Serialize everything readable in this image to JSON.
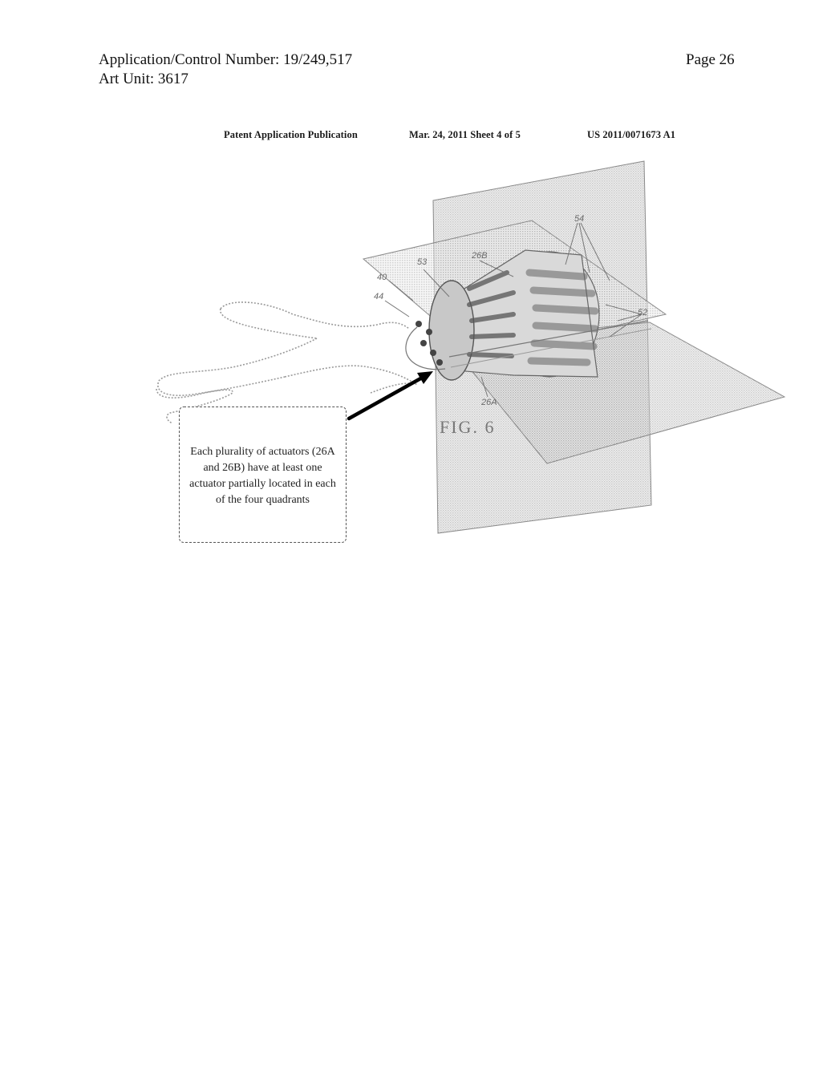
{
  "header": {
    "application_number": "Application/Control Number: 19/249,517",
    "art_unit": "Art Unit: 3617",
    "page": "Page 26"
  },
  "publication_header": {
    "title": "Patent Application Publication",
    "date_sheet": "Mar. 24, 2011  Sheet 4 of 5",
    "number": "US 2011/0071673 A1"
  },
  "figure": {
    "label": "FIG. 6",
    "reference_numerals": [
      "54",
      "53",
      "26B",
      "40",
      "44",
      "52",
      "26A"
    ],
    "callout_text": "Each plurality of actuators (26A and 26B) have at least one actuator partially located in each of the four quadrants"
  }
}
